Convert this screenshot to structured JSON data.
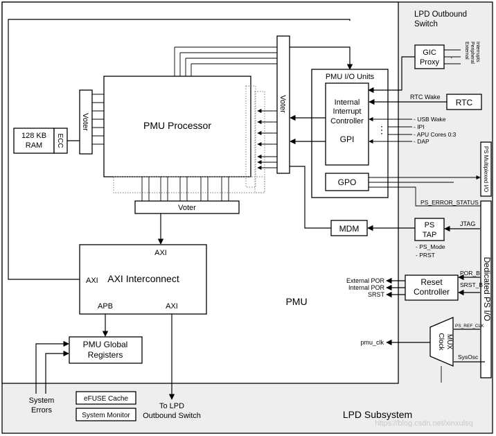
{
  "labels": {
    "lpd_outbound_switch_l1": "LPD Outbound",
    "lpd_outbound_switch_l2": "Switch",
    "gic_proxy_l1": "GIC",
    "gic_proxy_l2": "Proxy",
    "external_peripheral_interrupts_l1": "External",
    "external_peripheral_interrupts_l2": "Peripheral",
    "external_peripheral_interrupts_l3": "Interrupts",
    "pmu_io_units": "PMU I/O Units",
    "rtc_wake": "RTC Wake",
    "rtc": "RTC",
    "internal_interrupt_controller_l1": "Internal",
    "internal_interrupt_controller_l2": "Interrupt",
    "internal_interrupt_controller_l3": "Controller",
    "gpi": "GPI",
    "gpi_inputs": [
      "- USB Wake",
      "- IPI",
      "- APU Cores 0:3",
      "- DAP"
    ],
    "gpi_ellipsis": "⋮",
    "gpo": "GPO",
    "ps_multiplexed_io": "PS Multiplexed I/O",
    "ps_error_status": "PS_ERROR_STATUS",
    "dedicated_ps_io": "Dedicated PS I/O",
    "mdm": "MDM",
    "ps_tap_l1": "PS",
    "ps_tap_l2": "TAP",
    "jtag": "JTAG",
    "ps_tap_outputs": [
      "- PS_Mode",
      "- PRST"
    ],
    "pmu_processor": "PMU Processor",
    "voter": "Voter",
    "ram_l1": "128 KB",
    "ram_l2": "RAM",
    "ecc": "ECC",
    "axi_interconnect": "AXI Interconnect",
    "axi": "AXI",
    "apb": "APB",
    "pmu": "PMU",
    "external_por": "External POR",
    "internal_por": "Internal POR",
    "srst": "SRST",
    "reset_controller_l1": "Reset",
    "reset_controller_l2": "Controller",
    "por_b": "POR_B",
    "srst_b": "SRST_B",
    "pmu_clk": "pmu_clk",
    "clock_mux_l1": "Clock",
    "clock_mux_l2": "MUX",
    "ps_ref_clk": "PS_REF_CLK",
    "sysosc": "SysOsc",
    "pmu_global_registers_l1": "PMU Global",
    "pmu_global_registers_l2": "Registers",
    "system_errors_l1": "System",
    "system_errors_l2": "Errors",
    "efuse_cache": "eFUSE Cache",
    "system_monitor": "System Monitor",
    "to_lpd_outbound_switch_l1": "To LPD",
    "to_lpd_outbound_switch_l2": "Outbound Switch",
    "lpd_subsystem": "LPD Subsystem",
    "watermark": "https://blog.csdn.net/xinxulsq"
  },
  "colors": {
    "lpd_background": "#eeeeee",
    "block_fill": "#ffffff",
    "line": "#000000",
    "watermark": "#c8c8c8"
  }
}
